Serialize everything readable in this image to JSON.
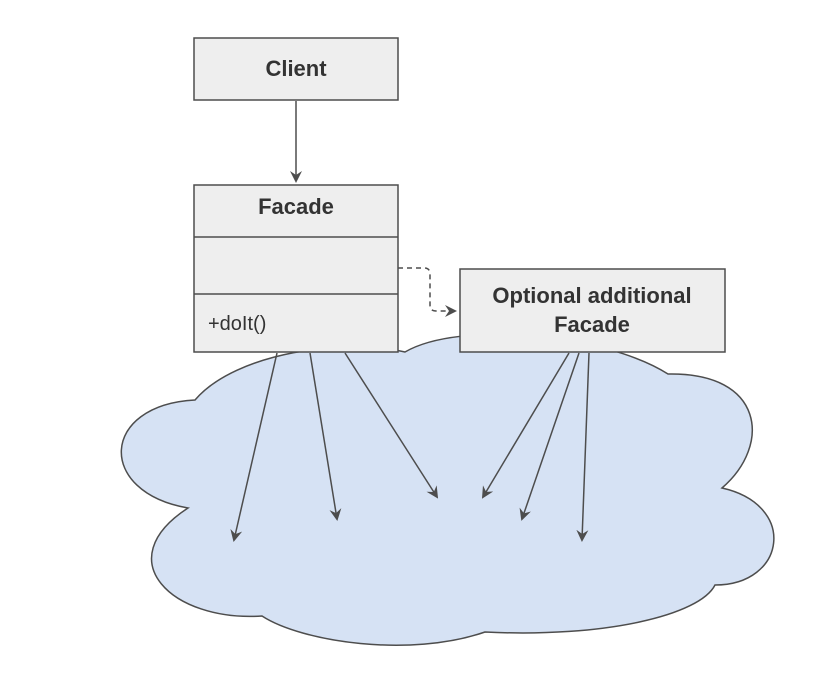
{
  "client": {
    "title": "Client"
  },
  "facade": {
    "title": "Facade",
    "method": "+doIt()"
  },
  "optional_facade": {
    "line1": "Optional additional",
    "line2": "Facade"
  },
  "colors": {
    "box_fill": "#eeeeee",
    "box_stroke": "#4d4d4d",
    "cloud_fill": "#d6e2f4",
    "cloud_stroke": "#4d4d4d",
    "arrow": "#4d4d4d",
    "text": "#333333"
  }
}
